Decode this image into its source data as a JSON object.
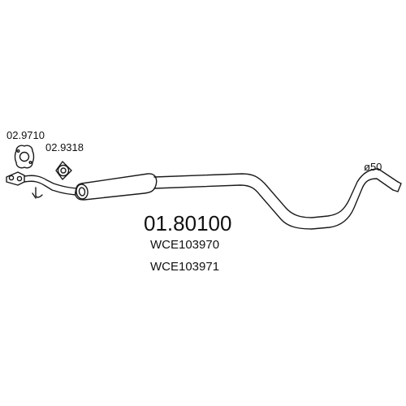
{
  "diagram": {
    "part_number": "01.80100",
    "oe_references": [
      "WCE103970",
      "WCE103971"
    ],
    "components": {
      "gasket_flange": {
        "code": "02.9710"
      },
      "gasket_ring": {
        "code": "02.9318"
      }
    },
    "tailpipe": {
      "diameter_label": "ø50"
    }
  },
  "colors": {
    "line": "#1a1a1a",
    "fill": "#ffffff"
  }
}
